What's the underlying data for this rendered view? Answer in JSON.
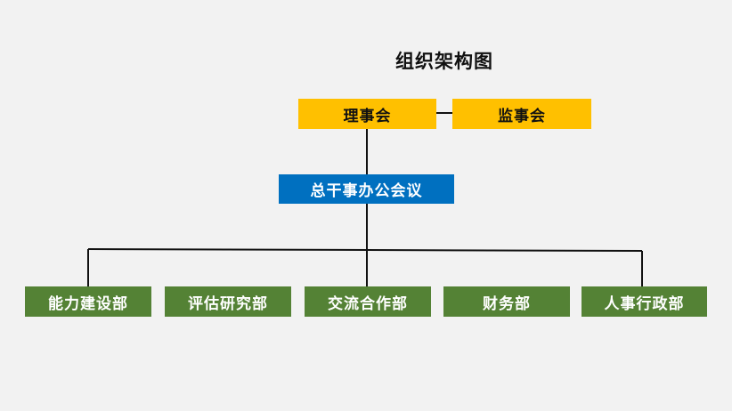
{
  "title": "组织架构图",
  "board": {
    "council": "理事会",
    "supervisors": "监事会"
  },
  "executive": {
    "office": "总干事办公会议"
  },
  "departments": [
    {
      "label": "能力建设部"
    },
    {
      "label": "评估研究部"
    },
    {
      "label": "交流合作部"
    },
    {
      "label": "财务部"
    },
    {
      "label": "人事行政部"
    }
  ],
  "colors": {
    "background": "#f2f2f2",
    "board_fill": "#ffc000",
    "executive_fill": "#0070c0",
    "department_fill": "#548235",
    "line": "#111111"
  }
}
